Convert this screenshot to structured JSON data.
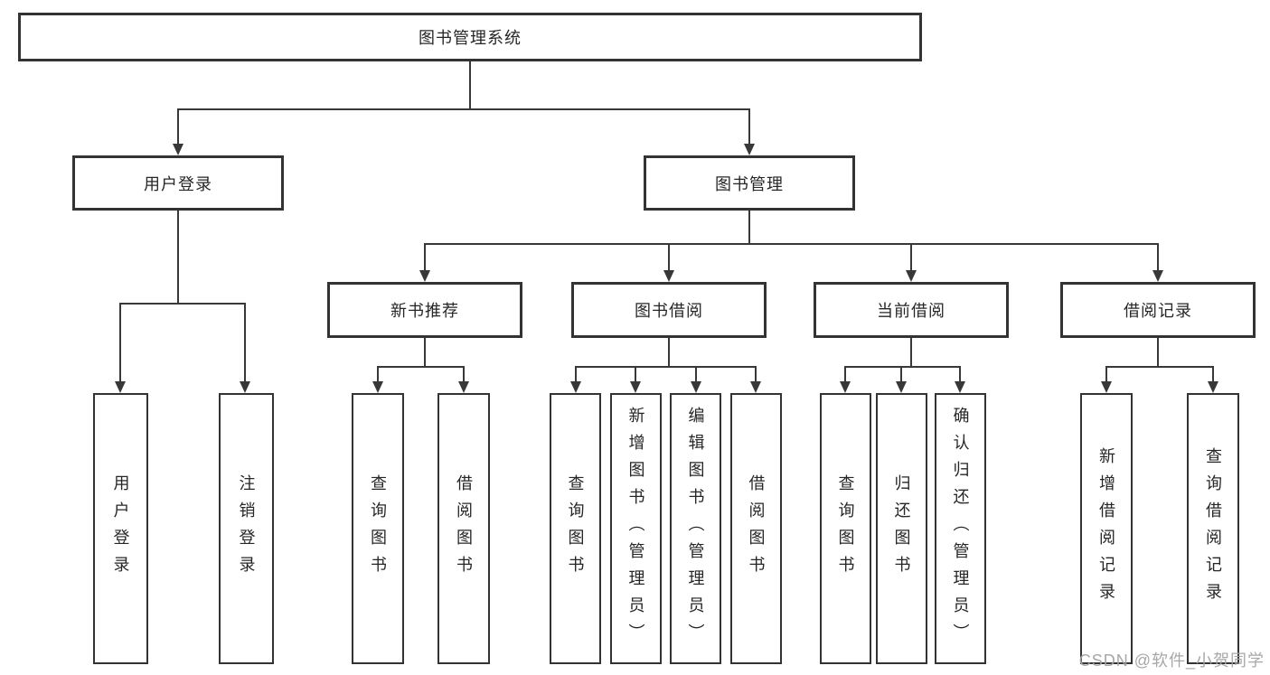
{
  "diagram": {
    "root": {
      "label": "图书管理系统"
    },
    "branches": [
      {
        "label": "用户登录",
        "children": [
          {
            "label": "用户登录"
          },
          {
            "label": "注销登录"
          }
        ]
      },
      {
        "label": "图书管理",
        "children": [
          {
            "label": "新书推荐",
            "children": [
              {
                "label": "查询图书"
              },
              {
                "label": "借阅图书"
              }
            ]
          },
          {
            "label": "图书借阅",
            "children": [
              {
                "label": "查询图书"
              },
              {
                "label": "新增图书（管理员）"
              },
              {
                "label": "编辑图书（管理员）"
              },
              {
                "label": "借阅图书"
              }
            ]
          },
          {
            "label": "当前借阅",
            "children": [
              {
                "label": "查询图书"
              },
              {
                "label": "归还图书"
              },
              {
                "label": "确认归还（管理员）"
              }
            ]
          },
          {
            "label": "借阅记录",
            "children": [
              {
                "label": "新增借阅记录"
              },
              {
                "label": "查询借阅记录"
              }
            ]
          }
        ]
      }
    ]
  },
  "watermark": {
    "text": "CSDN @软件_小贺同学"
  },
  "colors": {
    "line": "#383838",
    "box_border": "#333333",
    "text": "#262626",
    "watermark": "#a3a3a3",
    "background": "#ffffff"
  }
}
